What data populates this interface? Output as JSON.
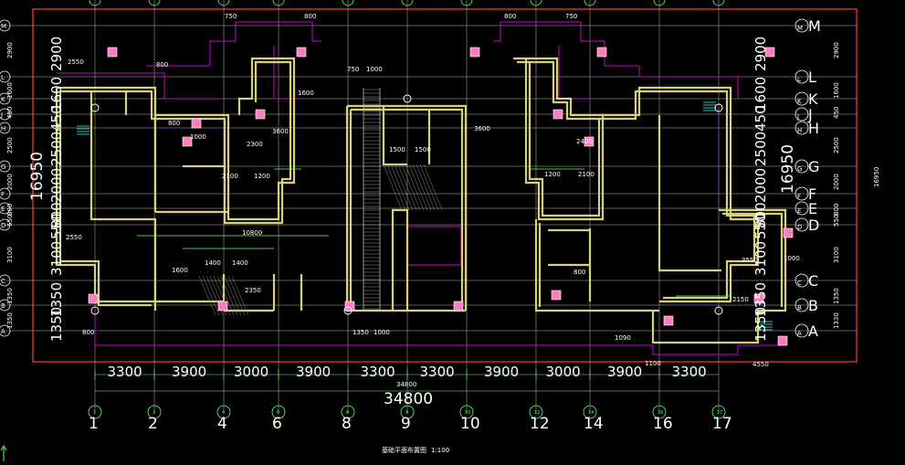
{
  "drawing": {
    "title_label": "基础平面布置图",
    "scale_label": "1:100",
    "total_width": "34800",
    "total_width_small": "34800",
    "depth_left": "16950",
    "depth_right": "16950",
    "depth_right_small": "16950"
  },
  "column_axes": [
    "1",
    "2",
    "4",
    "6",
    "8",
    "9",
    "10",
    "12",
    "14",
    "16",
    "17"
  ],
  "bay_dims": [
    "3300",
    "3900",
    "3000",
    "3900",
    "3300",
    "3300",
    "3900",
    "3000",
    "3900",
    "3300"
  ],
  "row_axes": [
    "M",
    "L",
    "K",
    "J",
    "H",
    "G",
    "F",
    "E",
    "D",
    "C",
    "B",
    "A"
  ],
  "left_row_dims": [
    "2900",
    "1600",
    "450",
    "2500",
    "2000",
    "800",
    "550",
    "3100",
    "1350",
    "1350"
  ],
  "right_row_dims_small": [
    "2900",
    "1600",
    "450",
    "2500",
    "2000",
    "800",
    "550",
    "3100",
    "1350",
    "1330"
  ],
  "plan_dims": {
    "top": [
      "750",
      "800",
      "800",
      "750",
      "750",
      "1000"
    ],
    "left": [
      "2550",
      "800",
      "2550"
    ],
    "mid": [
      "2100",
      "1200",
      "1500",
      "1500",
      "1200",
      "2100",
      "1400",
      "1400",
      "10800",
      "3550",
      "2150",
      "1100",
      "4550",
      "1000",
      "800",
      "1350",
      "1000",
      "1090",
      "800",
      "800",
      "1000",
      "1600",
      "3600",
      "2400",
      "3600",
      "2300",
      "1600",
      "2350"
    ]
  },
  "colors": {
    "background": "#000000",
    "walls": "#d7d27a",
    "grid": "#b8b8b8",
    "border": "#ff3a3a",
    "annotation": "#d300d3",
    "dimension": "#6cff6c",
    "fixture_pink": "#ff7dbf"
  }
}
